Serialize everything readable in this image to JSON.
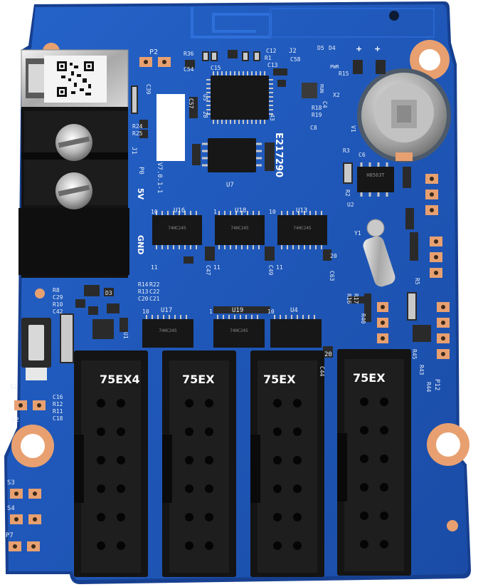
{
  "board": {
    "pcb_color": "#1f57b8",
    "pcb_edge_color": "#163f8f",
    "copper_color": "#e8a070",
    "chip_color": "#161616",
    "connector_color": "#141414"
  },
  "labels": {
    "p2": "P2",
    "r36": "R36",
    "c54": "C54",
    "c15": "C15",
    "r1": "R1",
    "c12": "C12",
    "j2": "J2",
    "d5": "D5",
    "d4": "D4",
    "c58": "C58",
    "c13": "C13",
    "r15": "R15",
    "pwr": "PWR",
    "run": "RUN",
    "x2": "X2",
    "c4": "C4",
    "r18": "R18",
    "r19": "R19",
    "c8": "C8",
    "c39": "C39",
    "u5": "U5",
    "num28": "28",
    "c57": "C57",
    "r24": "R24",
    "r25": "R25",
    "num43": "43",
    "j1": "J1",
    "u7": "U7",
    "version": "V7.0.1-1",
    "serial": "E217290",
    "p0": "P0",
    "v5": "5V",
    "gnd": "GND",
    "u16": "U16",
    "u18": "U18",
    "u13": "U13",
    "u17": "U17",
    "u19": "U19",
    "u4": "U4",
    "c47": "C47",
    "c49": "C49",
    "c63": "C63",
    "c44": "C44",
    "r8": "R8",
    "c29": "C29",
    "r10": "R10",
    "c42": "C42",
    "d3": "D3",
    "r14": "R14",
    "r22": "R22",
    "r13": "R13",
    "c22": "C22",
    "c20": "C20",
    "c21": "C21",
    "r16": "R16",
    "r17": "R17",
    "r40": "R40",
    "r5": "R5",
    "r45": "R45",
    "r43": "R43",
    "r44": "R44",
    "p12": "P12",
    "s1": "S1",
    "s2": "S2",
    "s3": "S3",
    "s4": "S4",
    "p7": "P7",
    "c16": "C16",
    "r12": "R12",
    "r11": "R11",
    "c18": "C18",
    "u2": "U2",
    "u1": "U1",
    "y1": "Y1",
    "v1": "V1",
    "r3": "R3",
    "c6": "C6",
    "r2": "R2",
    "rtc_chip": "H8563T",
    "pin_1": "1",
    "pin_10": "10",
    "pin_11": "11",
    "pin_20": "20",
    "hub_1": "75EX4",
    "hub_2": "75EX",
    "hub_3": "75EX",
    "hub_4": "75EX",
    "plus": "+",
    "chip_74": "74HC245"
  }
}
